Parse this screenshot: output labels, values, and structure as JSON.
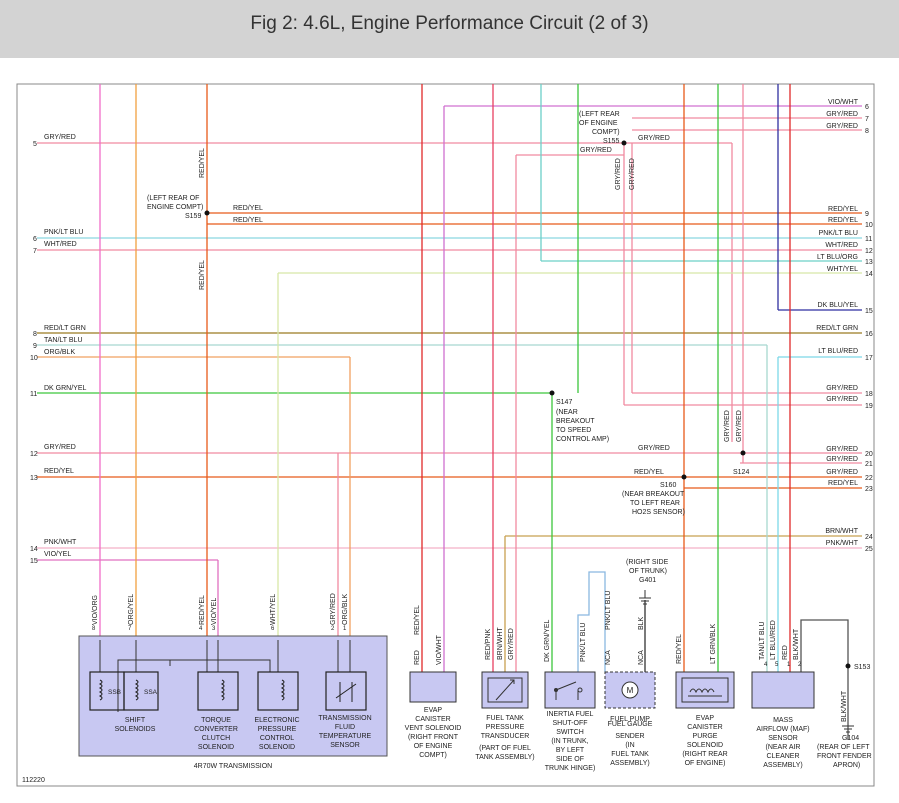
{
  "header": {
    "title": "Fig 2: 4.6L, Engine Performance Circuit (2 of 3)"
  },
  "colors": {
    "pink": "#f06ec8",
    "orange": "#f28a1e",
    "red": "#e02a2a",
    "redorange": "#e85a1a",
    "teal": "#5fd0c4",
    "green": "#3cc63c",
    "navy": "#2f2fa0",
    "olive": "#9a7a20",
    "purple": "#b060c0",
    "gray": "#b0b0b0",
    "lime": "#c8e0a0",
    "box": "#c8c8f2"
  },
  "left_nums": [
    "5",
    "6",
    "7",
    "8",
    "9",
    "10",
    "11",
    "12",
    "13",
    "14",
    "15"
  ],
  "left_wires": [
    "GRY/RED",
    "PNK/LT BLU",
    "WHT/RED",
    "RED/LT GRN",
    "TAN/LT BLU",
    "ORG/BLK",
    "DK GRN/YEL",
    "GRY/RED",
    "RED/YEL",
    "PNK/WHT",
    "VIO/YEL"
  ],
  "right_nums": [
    "6",
    "7",
    "8",
    "9",
    "10",
    "11",
    "12",
    "13",
    "14",
    "15",
    "16",
    "17",
    "18",
    "19",
    "20",
    "21",
    "22",
    "23",
    "24",
    "25"
  ],
  "right_wires": [
    "VIO/WHT",
    "GRY/RED",
    "GRY/RED",
    "RED/YEL",
    "RED/YEL",
    "PNK/LT BLU",
    "WHT/RED",
    "LT BLU/ORG",
    "WHT/YEL",
    "DK BLU/YEL",
    "RED/LT GRN",
    "LT BLU/RED",
    "GRY/RED",
    "GRY/RED",
    "GRY/RED",
    "GRY/RED",
    "GRY/RED",
    "RED/YEL",
    "BRN/WHT",
    "PNK/WHT"
  ],
  "splices": {
    "s155": [
      "(LEFT REAR",
      "OF ENGINE",
      "COMPT)",
      "S155"
    ],
    "s159": [
      "(LEFT REAR OF",
      "ENGINE COMPT)",
      "S159"
    ],
    "s147": [
      "S147",
      "(NEAR",
      "BREAKOUT",
      "TO SPEED",
      "CONTROL AMP)"
    ],
    "s160": [
      "S160",
      "(NEAR BREAKOUT",
      "TO LEFT REAR",
      "HO2S SENSOR)"
    ],
    "s124": "S124",
    "s153": "S153",
    "g401": [
      "(RIGHT SIDE",
      "OF TRUNK)",
      "G401"
    ],
    "g104": [
      "G104",
      "(REAR OF LEFT",
      "FRONT FENDER",
      "APRON)"
    ]
  },
  "wire_labels": {
    "s155_grd1": "GRY/RED",
    "s155_grd2": "GRY/RED",
    "s155_v1": "GRY/RED",
    "s155_v2": "GRY/RED",
    "s159_r1": "RED/YEL",
    "s159_r2": "RED/YEL",
    "s159_v1": "RED/YEL",
    "s159_v2": "RED/YEL",
    "s124_v1": "GRY/RED",
    "s124_v2": "GRY/RED",
    "mid_gr": "GRY/RED",
    "mid_ry": "RED/YEL"
  },
  "trans": {
    "pins": [
      "8",
      "7",
      "4",
      "3",
      "6",
      "2",
      "1"
    ],
    "wires": [
      "VIO/ORG",
      "ORG/YEL",
      "RED/YEL",
      "VIO/YEL",
      "WHT/YEL",
      "GRY/RED",
      "ORG/BLK"
    ],
    "ssb": "SSB",
    "ssa": "SSA",
    "labels": [
      [
        "SHIFT",
        "SOLENOIDS"
      ],
      [
        "TORQUE",
        "CONVERTER",
        "CLUTCH",
        "SOLENOID"
      ],
      [
        "ELECTRONIC",
        "PRESSURE",
        "CONTROL",
        "SOLENOID"
      ],
      [
        "TRANSMISSION",
        "FLUID",
        "TEMPERATURE",
        "SENSOR"
      ]
    ],
    "title": "4R70W TRANSMISSION"
  },
  "evap_vent": {
    "wires": [
      "RED/YEL",
      "VIO/WHT"
    ],
    "pins": [
      "RED",
      "VIO/WHT"
    ],
    "label": [
      "EVAP",
      "CANISTER",
      "VENT SOLENOID",
      "(RIGHT FRONT",
      "OF ENGINE",
      "COMPT)"
    ]
  },
  "ftpt": {
    "wires": [
      "RED/PNK",
      "BRN/WHT",
      "GRY/RED"
    ],
    "label": [
      "FUEL TANK",
      "PRESSURE",
      "TRANSDUCER",
      "",
      "(PART OF FUEL",
      "TANK ASSEMBLY)"
    ]
  },
  "inertia": {
    "wires": [
      "DK GRN/YEL",
      "PNK/LT BLU"
    ],
    "label": [
      "INERTIA FUEL",
      "SHUT-OFF",
      "SWITCH",
      "(IN TRUNK,",
      "BY LEFT",
      "SIDE OF",
      "TRUNK HINGE)"
    ]
  },
  "fuel_pump": {
    "wires": [
      "PNK/LT BLU",
      "BLK"
    ],
    "pins": [
      "NCA",
      "NCA"
    ],
    "motor": "M",
    "over": "FUEL PUMP",
    "label": [
      "FUEL GAUGE",
      "SENDER",
      "(IN",
      "FUEL TANK",
      "ASSEMBLY)"
    ]
  },
  "purge": {
    "wires": [
      "RED/YEL",
      "LT GRN/BLK"
    ],
    "label": [
      "EVAP",
      "CANISTER",
      "PURGE",
      "SOLENOID",
      "(RIGHT REAR",
      "OF ENGINE)"
    ]
  },
  "maf": {
    "pins": [
      "4",
      "5",
      "1",
      "2"
    ],
    "wires": [
      "TAN/LT BLU",
      "LT BLU/RED",
      "RED",
      "BLK/WHT"
    ],
    "ground_wire": "BLK/WHT",
    "label": [
      "MASS",
      "AIRFLOW (MAF)",
      "SENSOR",
      "(NEAR AIR",
      "CLEANER",
      "ASSEMBLY)"
    ]
  },
  "footer_code": "112220"
}
